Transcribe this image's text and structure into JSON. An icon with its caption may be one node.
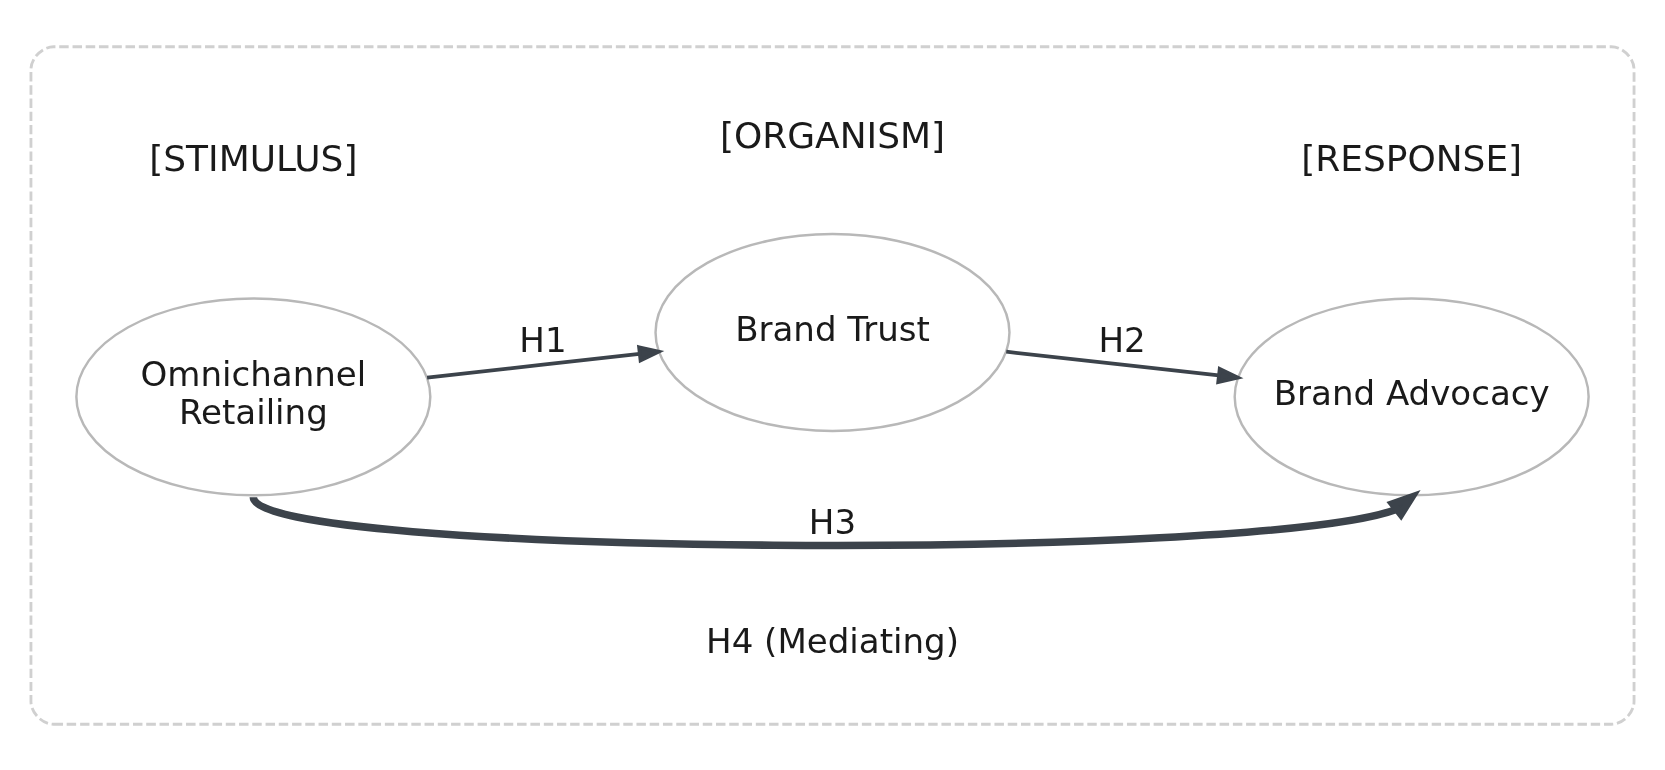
{
  "diagram": {
    "nodes": [
      {
        "text": [],
        "shape": "box"
      },
      {
        "text": [
          "Omnichannel Retailing"
        ],
        "in": 0
      },
      {
        "text": [
          "Brand Trust"
        ],
        "in": 0
      },
      {
        "text": [
          "Brand Advocacy"
        ],
        "in": 0
      }
    ],
    "edges": [
      {
        "from": 1,
        "to": 2,
        "arrow": "to",
        "label": "H1"
      },
      {
        "from": 2,
        "to": 3,
        "arrow": "to",
        "label": "H2"
      },
      {
        "from": 1,
        "to": 3,
        "arrow": "to",
        "label": "H3",
        "style": "thick"
      }
    ],
    "labels": [
      "[STIMULUS]",
      "[ORGANISM]",
      "[RESPONSE]",
      "H4 (Mediating)"
    ]
  }
}
